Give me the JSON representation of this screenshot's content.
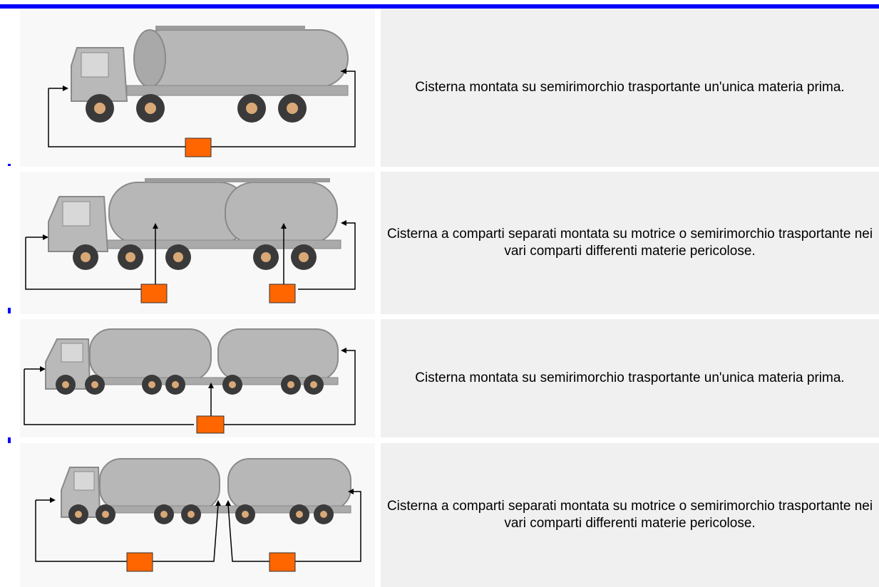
{
  "colors": {
    "accent": "#0000ff",
    "tank": "#b7b7b7",
    "outline": "#7a7a7a",
    "box": "#ff6600",
    "tire": "#3a3a3a",
    "hub": "#d9a877"
  },
  "rows": [
    {
      "icon": "tanker-semitrailer-single-icon",
      "caption": "Cisterna montata su semirimorchio trasportante un'unica materia prima."
    },
    {
      "icon": "tanker-compartments-icon",
      "caption": "Cisterna a comparti separati montata su motrice o semirimorchio trasportante nei vari comparti differenti materie pericolose."
    },
    {
      "icon": "tanker-road-train-single-icon",
      "caption": "Cisterna montata su semirimorchio trasportante un'unica materia prima."
    },
    {
      "icon": "tanker-road-train-compartments-icon",
      "caption": "Cisterna a comparti separati montata su motrice o semirimorchio trasportante nei vari comparti differenti materie pericolose."
    }
  ]
}
